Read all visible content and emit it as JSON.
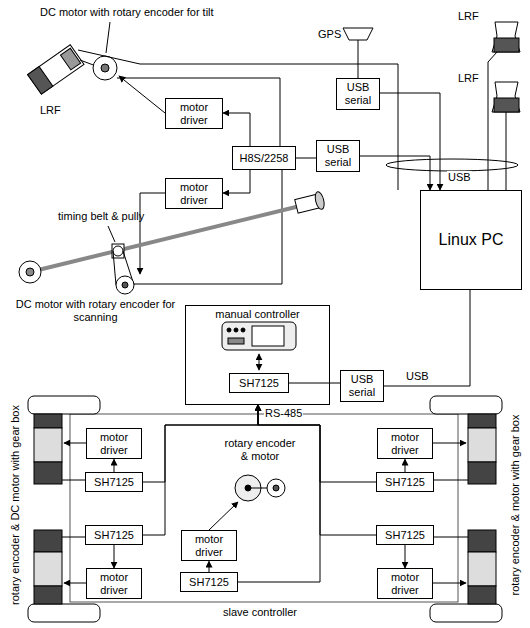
{
  "diagram": {
    "nodes": [
      {
        "text": [
          "USB serial"
        ]
      },
      {
        "text": [
          "motor driver"
        ]
      },
      {
        "text": [
          "H8S/2258"
        ]
      },
      {
        "text": [
          "USB serial"
        ]
      },
      {
        "text": [
          "motor driver"
        ]
      },
      {
        "text": [
          "Linux PC"
        ]
      },
      {
        "text": [
          "manual controller"
        ]
      },
      {
        "text": [
          "SH7125"
        ],
        "in": 6
      },
      {
        "text": [
          "USB serial"
        ]
      },
      {
        "text": [
          "motor driver"
        ]
      },
      {
        "text": [
          "motor driver"
        ]
      },
      {
        "text": [
          "SH7125"
        ]
      },
      {
        "text": [
          "SH7125"
        ]
      },
      {
        "text": [
          "SH7125"
        ]
      },
      {
        "text": [
          "SH7125"
        ]
      },
      {
        "text": [
          "motor driver"
        ]
      },
      {
        "text": [
          "motor driver"
        ]
      },
      {
        "text": [
          "SH7125"
        ]
      },
      {
        "text": [
          "motor driver"
        ]
      }
    ],
    "edges": [
      {
        "from": 2,
        "to": 1,
        "arrow": "to"
      },
      {
        "from": 2,
        "to": 4,
        "arrow": "to"
      },
      {
        "from": 2,
        "to": 3,
        "arrow": "none"
      },
      {
        "from": 3,
        "to": 5,
        "arrow": "to"
      },
      {
        "from": 0,
        "to": 5,
        "arrow": "to"
      },
      {
        "from": 7,
        "to": 8,
        "arrow": "none"
      },
      {
        "from": 8,
        "to": 5,
        "label": "USB",
        "arrow": "none"
      },
      {
        "from": 11,
        "to": 6,
        "arrow": "to"
      },
      {
        "from": 12,
        "to": 6,
        "arrow": "to"
      },
      {
        "from": 13,
        "to": 6,
        "arrow": "to"
      },
      {
        "from": 14,
        "to": 6,
        "arrow": "to"
      },
      {
        "from": 17,
        "to": 6,
        "arrow": "to"
      },
      {
        "from": 11,
        "to": 9,
        "arrow": "to"
      },
      {
        "from": 12,
        "to": 10,
        "arrow": "to"
      },
      {
        "from": 13,
        "to": 16,
        "arrow": "to"
      },
      {
        "from": 14,
        "to": 18,
        "arrow": "to"
      },
      {
        "from": 17,
        "to": 15,
        "arrow": "to"
      }
    ],
    "labels": [
      "DC motor with rotary encoder for tilt",
      "LRF",
      "GPS",
      "LRF",
      "LRF",
      "USB",
      "timing belt & pully",
      "DC motor with rotary encoder for scanning",
      "RS-485",
      "rotary encoder & motor",
      "rotary encoder & DC motor with gear box",
      "rotary encoder & motor with gear box",
      "slave controller"
    ]
  }
}
